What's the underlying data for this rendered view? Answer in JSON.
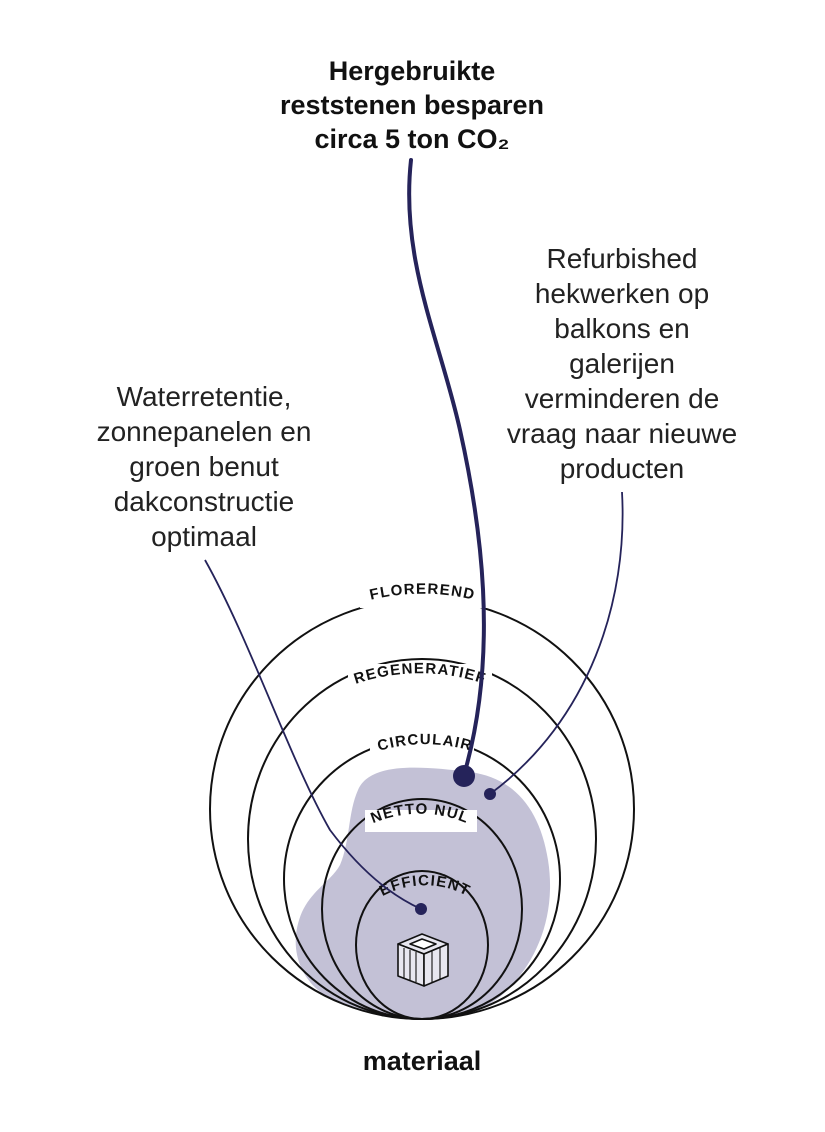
{
  "headline": {
    "lines": [
      "Hergebruikte",
      "reststenen besparen",
      "circa 5 ton CO₂"
    ]
  },
  "note_right": {
    "lines": [
      "Refurbished",
      "hekwerken op",
      "balkons en",
      "galerijen",
      "verminderen de",
      "vraag naar nieuwe",
      "producten"
    ]
  },
  "note_left": {
    "lines": [
      "Waterretentie,",
      "zonnepanelen en",
      "groen benut",
      "dakconstructie",
      "optimaal"
    ]
  },
  "rings": {
    "florerend": "FLOREREND",
    "regeneratief": "REGENERATIEF",
    "circulair": "CIRCULAIR",
    "netto_nul": "NETTO NUL",
    "efficient": "EFFICIËNT"
  },
  "bottom_label": "materiaal",
  "colors": {
    "accent": "#25235a",
    "blob": "#b8b6cf",
    "ring": "#111111"
  },
  "icons": {
    "center": "crate-icon"
  }
}
